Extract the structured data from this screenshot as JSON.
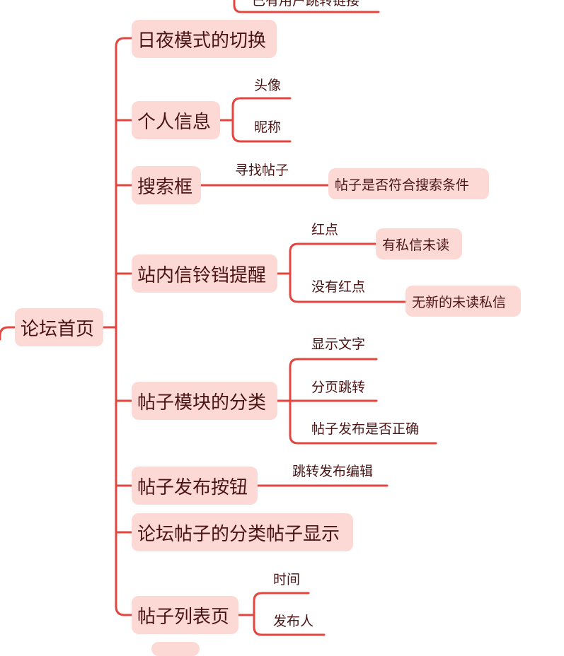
{
  "root": "论坛首页",
  "top_cut": "已有用户跳转链接",
  "blank_node": "",
  "branches": [
    {
      "label": "日夜模式的切换"
    },
    {
      "label": "个人信息",
      "children": [
        "头像",
        "昵称"
      ]
    },
    {
      "label": "搜索框",
      "edge_label": "寻找帖子",
      "result": "帖子是否符合搜索条件"
    },
    {
      "label": "站内信铃铛提醒",
      "children": [
        "红点",
        "没有红点"
      ],
      "results": [
        "有私信未读",
        "无新的未读私信"
      ]
    },
    {
      "label": "帖子模块的分类",
      "children": [
        "显示文字",
        "分页跳转",
        "帖子发布是否正确"
      ]
    },
    {
      "label": "帖子发布按钮",
      "edge_label": "跳转发布编辑"
    },
    {
      "label": "论坛帖子的分类帖子显示"
    },
    {
      "label": "帖子列表页",
      "children": [
        "时间",
        "发布人"
      ]
    }
  ],
  "colors": {
    "line": "#e2463f",
    "node_fill": "#fdd9d6",
    "text": "#4a1414"
  }
}
